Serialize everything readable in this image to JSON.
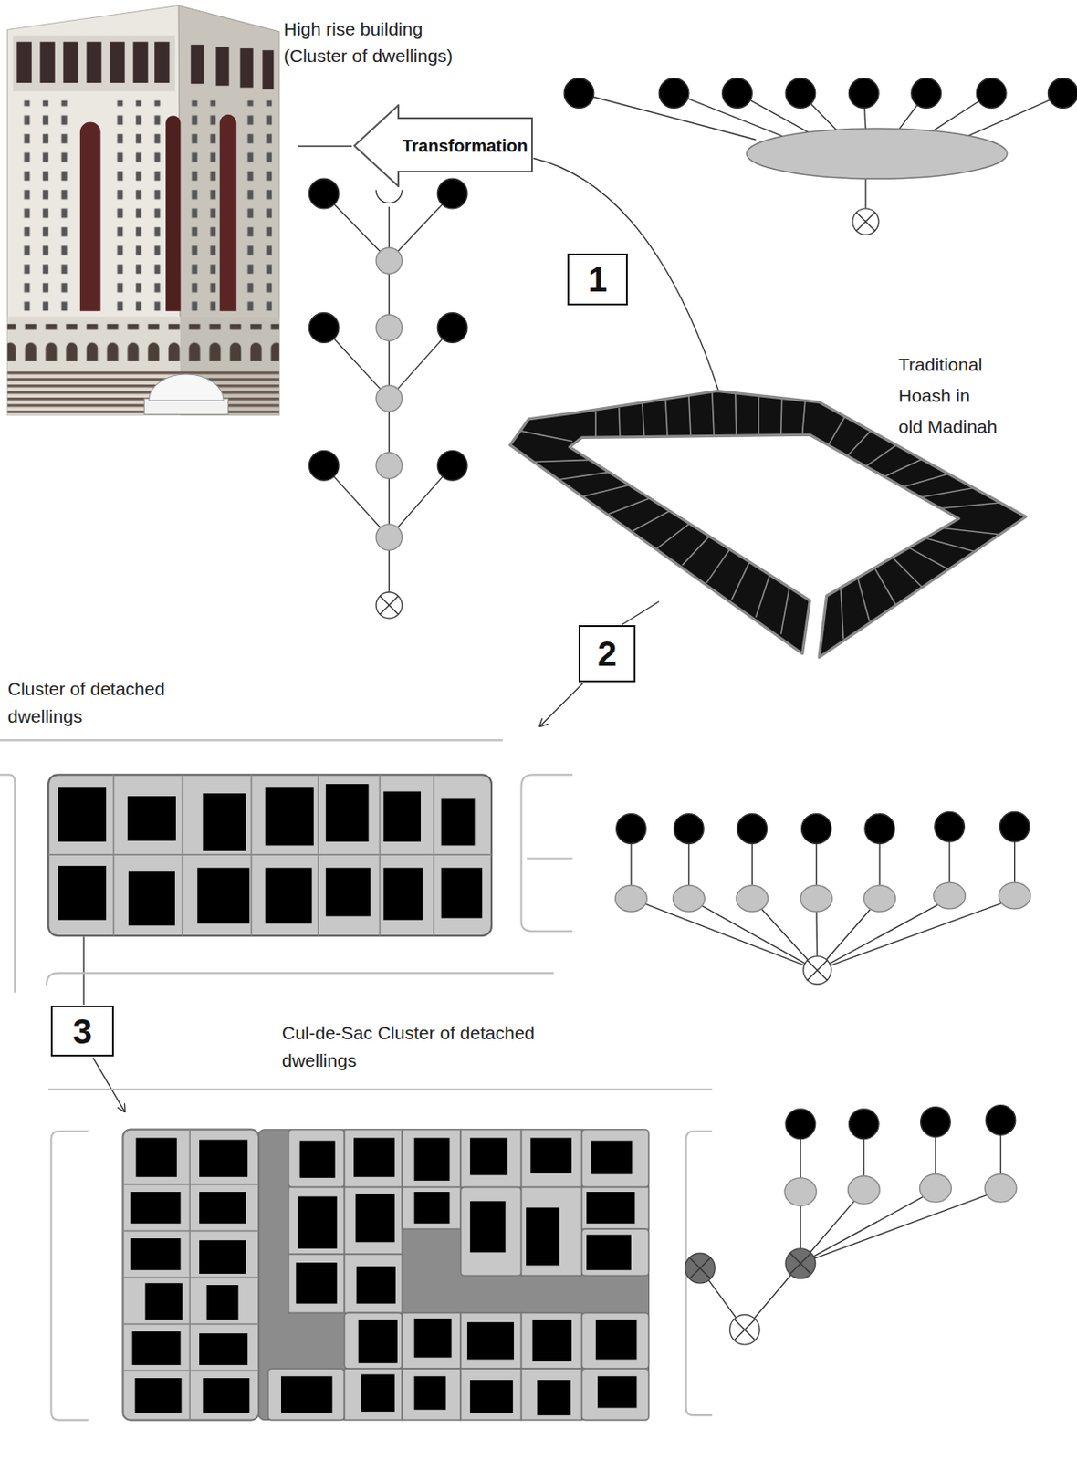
{
  "diagram": {
    "nodes": [
      {
        "text": [
          "Transformation"
        ]
      },
      {
        "text": [
          "1"
        ]
      },
      {
        "text": [
          "2"
        ]
      },
      {
        "text": [
          "3"
        ]
      }
    ],
    "labels": [
      "High rise building (Cluster of dwellings)",
      "Traditional Hoash in old Madinah",
      "Cluster of detached dwellings",
      "Cul-de-Sac Cluster of detached dwellings"
    ]
  }
}
